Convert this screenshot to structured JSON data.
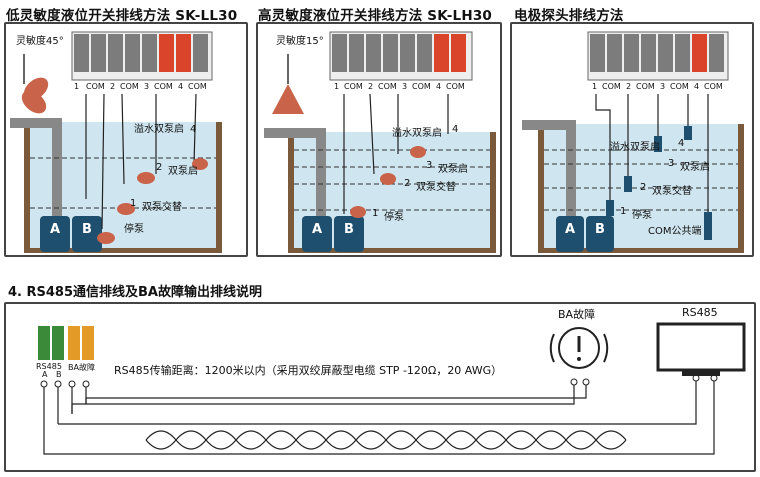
{
  "panels": [
    {
      "title": "低灵敏度液位开关排线方法 SK-LL30",
      "angle": "灵敏度45°",
      "terminals": [
        "1",
        "COM",
        "2",
        "COM",
        "3",
        "COM",
        "4",
        "COM"
      ],
      "levels": [
        {
          "num": "4",
          "text": "溢水双泵启"
        },
        {
          "num": "2",
          "text": "双泵启"
        },
        {
          "num": "1",
          "text": "双泵交替"
        },
        {
          "num": "",
          "text": "停泵"
        }
      ],
      "pumps": [
        "A",
        "B"
      ]
    },
    {
      "title": "高灵敏度液位开关排线方法 SK-LH30",
      "angle": "灵敏度15°",
      "terminals": [
        "1",
        "COM",
        "2",
        "COM",
        "3",
        "COM",
        "4",
        "COM"
      ],
      "levels": [
        {
          "num": "4",
          "text": "溢水双泵启"
        },
        {
          "num": "3",
          "text": "双泵启"
        },
        {
          "num": "2",
          "text": "双泵交替"
        },
        {
          "num": "1",
          "text": "停泵"
        }
      ],
      "pumps": [
        "A",
        "B"
      ]
    },
    {
      "title": "电极探头排线方法",
      "terminals": [
        "1",
        "COM",
        "2",
        "COM",
        "3",
        "COM",
        "4",
        "COM"
      ],
      "levels": [
        {
          "num": "4",
          "text": "溢水双泵启"
        },
        {
          "num": "3",
          "text": "双泵启"
        },
        {
          "num": "2",
          "text": "双泵交替"
        },
        {
          "num": "1",
          "text": "停泵"
        },
        {
          "num": "",
          "text": "COM公共端"
        }
      ],
      "pumps": [
        "A",
        "B"
      ]
    }
  ],
  "section4": {
    "title": "4. RS485通信排线及BA故障输出排线说明",
    "terminal_labels": {
      "rs485": "RS485",
      "a": "A",
      "b": "B",
      "ba": "BA故障"
    },
    "distance_note": "RS485传输距离：1200米以内（采用双绞屏蔽型电缆 STP -120Ω，20 AWG）",
    "ba_device_label": "BA故障",
    "rs485_device_label": "RS485"
  },
  "colors": {
    "water": "#cfe6f0",
    "pump": "#1f4f6e",
    "float": "#c9634a",
    "terminal_red": "#d9442a",
    "terminal_gray": "#7c7c7c",
    "terminal_green": "#3a8a3a",
    "terminal_orange": "#e39a26"
  }
}
